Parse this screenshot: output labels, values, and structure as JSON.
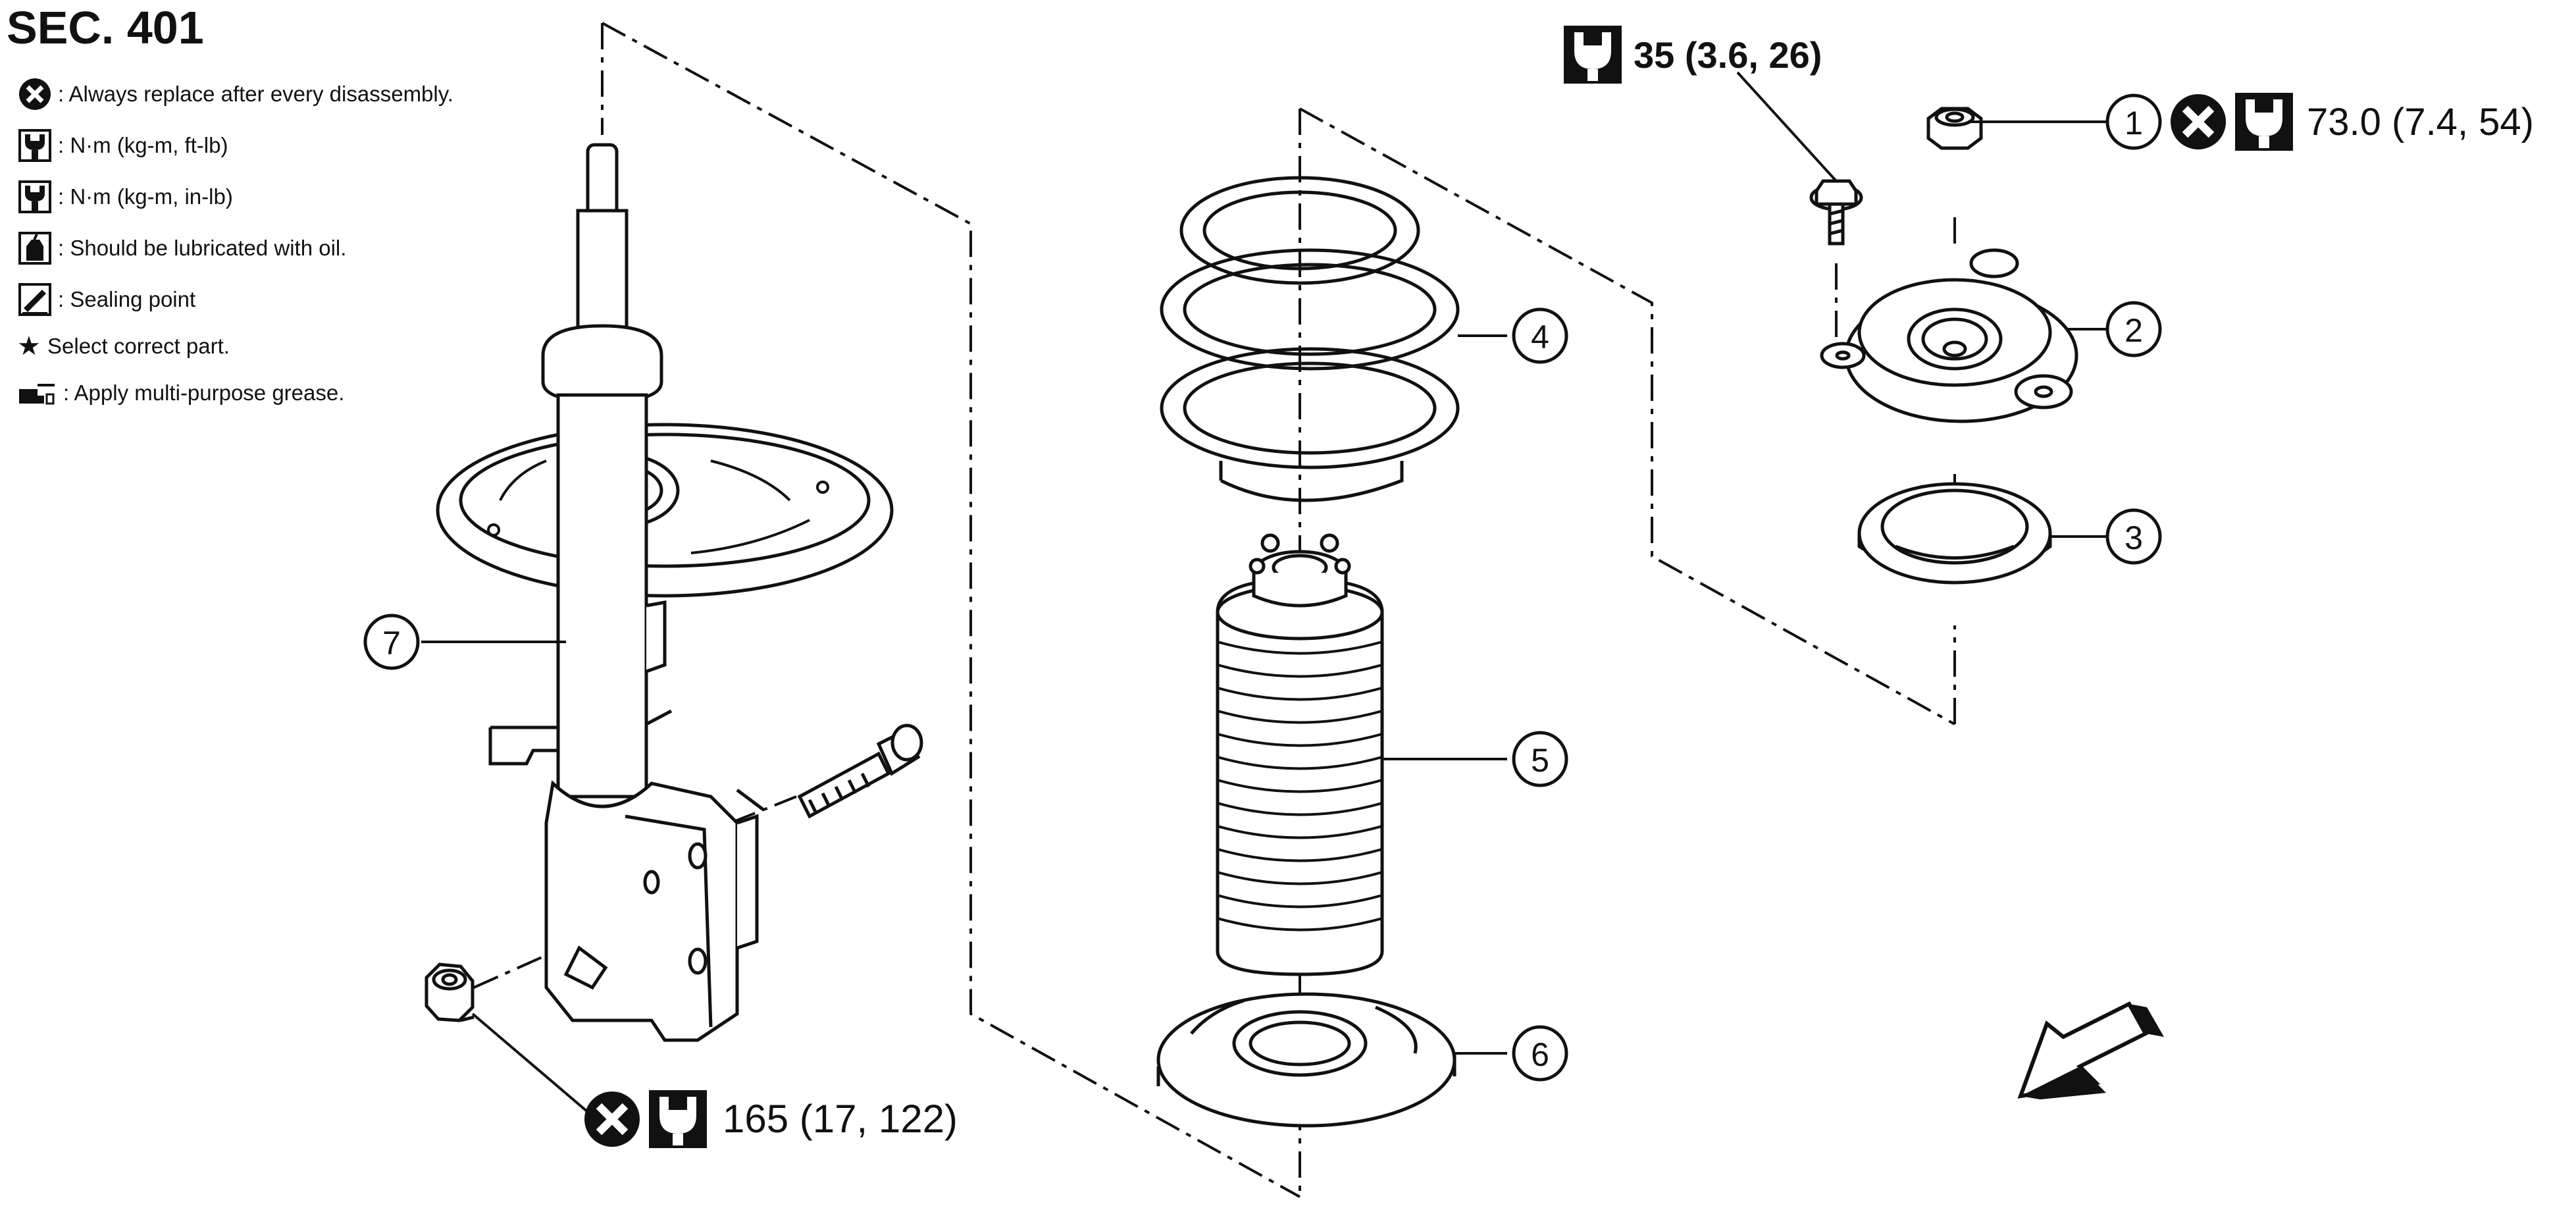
{
  "header": {
    "title": "SEC. 401"
  },
  "legend": {
    "items": [
      {
        "icon": "replace-x-icon",
        "text": ": Always replace after every disassembly."
      },
      {
        "icon": "wrench-torque-icon",
        "text": ": N·m (kg-m, ft-lb)"
      },
      {
        "icon": "wrench-torque-small-icon",
        "text": ": N·m (kg-m, in-lb)"
      },
      {
        "icon": "oil-can-icon",
        "text": ": Should be lubricated with oil."
      },
      {
        "icon": "sealant-icon",
        "text": ": Sealing point"
      },
      {
        "icon": "star-icon",
        "text": "Select correct part."
      },
      {
        "icon": "grease-gun-icon",
        "text": ": Apply multi-purpose grease."
      }
    ]
  },
  "torques": {
    "top_bolt": "35 (3.6, 26)",
    "nut_1": "73.0 (7.4, 54)",
    "knuckle_nut": "165 (17, 122)"
  },
  "callouts": [
    "1",
    "2",
    "3",
    "4",
    "5",
    "6",
    "7"
  ],
  "colors": {
    "ink": "#111111",
    "paper": "#ffffff"
  }
}
